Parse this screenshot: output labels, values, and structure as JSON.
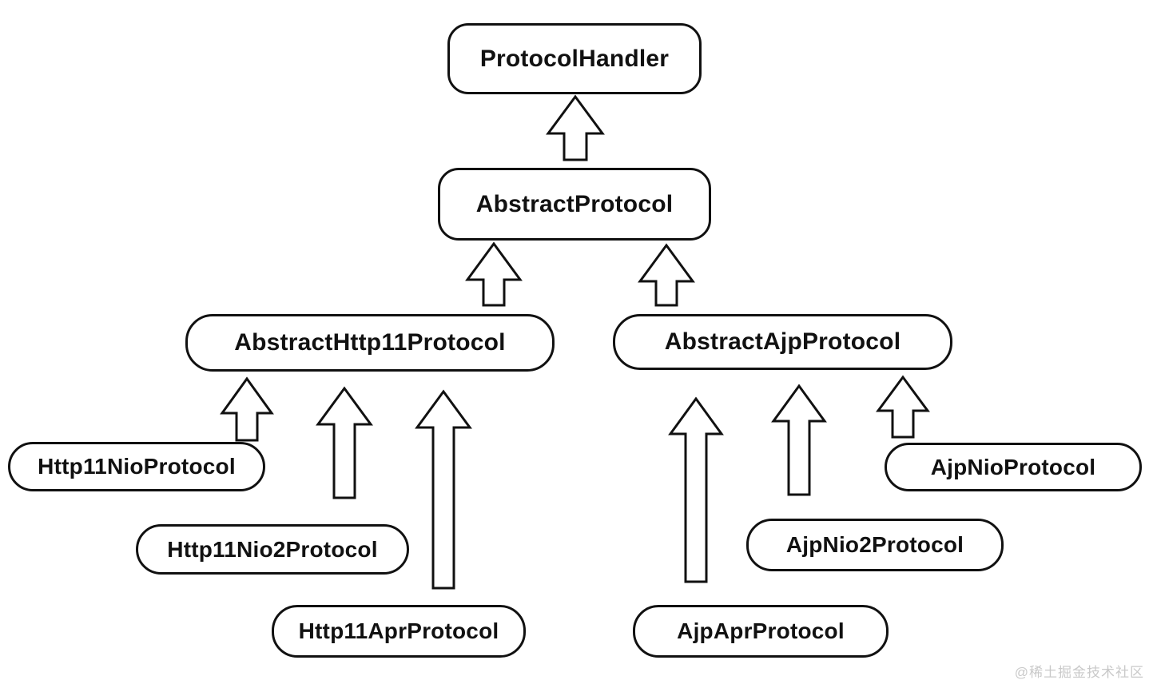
{
  "diagram": {
    "type": "class-inheritance-hierarchy",
    "colors": {
      "background": "#ffffff",
      "node_fill": "#ffffff",
      "stroke": "#111111",
      "text": "#111111",
      "watermark": "#c9c9c9"
    },
    "nodes": [
      {
        "id": "ProtocolHandler",
        "label": "ProtocolHandler",
        "tier": 1
      },
      {
        "id": "AbstractProtocol",
        "label": "AbstractProtocol",
        "tier": 2
      },
      {
        "id": "AbstractHttp11Protocol",
        "label": "AbstractHttp11Protocol",
        "tier": 3
      },
      {
        "id": "AbstractAjpProtocol",
        "label": "AbstractAjpProtocol",
        "tier": 3
      },
      {
        "id": "Http11NioProtocol",
        "label": "Http11NioProtocol",
        "tier": 4
      },
      {
        "id": "Http11Nio2Protocol",
        "label": "Http11Nio2Protocol",
        "tier": 4
      },
      {
        "id": "Http11AprProtocol",
        "label": "Http11AprProtocol",
        "tier": 4
      },
      {
        "id": "AjpNioProtocol",
        "label": "AjpNioProtocol",
        "tier": 4
      },
      {
        "id": "AjpNio2Protocol",
        "label": "AjpNio2Protocol",
        "tier": 4
      },
      {
        "id": "AjpAprProtocol",
        "label": "AjpAprProtocol",
        "tier": 4
      }
    ],
    "edges": [
      {
        "from": "AbstractProtocol",
        "to": "ProtocolHandler",
        "relation": "extends"
      },
      {
        "from": "AbstractHttp11Protocol",
        "to": "AbstractProtocol",
        "relation": "extends"
      },
      {
        "from": "AbstractAjpProtocol",
        "to": "AbstractProtocol",
        "relation": "extends"
      },
      {
        "from": "Http11NioProtocol",
        "to": "AbstractHttp11Protocol",
        "relation": "extends"
      },
      {
        "from": "Http11Nio2Protocol",
        "to": "AbstractHttp11Protocol",
        "relation": "extends"
      },
      {
        "from": "Http11AprProtocol",
        "to": "AbstractHttp11Protocol",
        "relation": "extends"
      },
      {
        "from": "AjpNioProtocol",
        "to": "AbstractAjpProtocol",
        "relation": "extends"
      },
      {
        "from": "AjpNio2Protocol",
        "to": "AbstractAjpProtocol",
        "relation": "extends"
      },
      {
        "from": "AjpAprProtocol",
        "to": "AbstractAjpProtocol",
        "relation": "extends"
      }
    ],
    "watermark": "@稀土掘金技术社区"
  }
}
